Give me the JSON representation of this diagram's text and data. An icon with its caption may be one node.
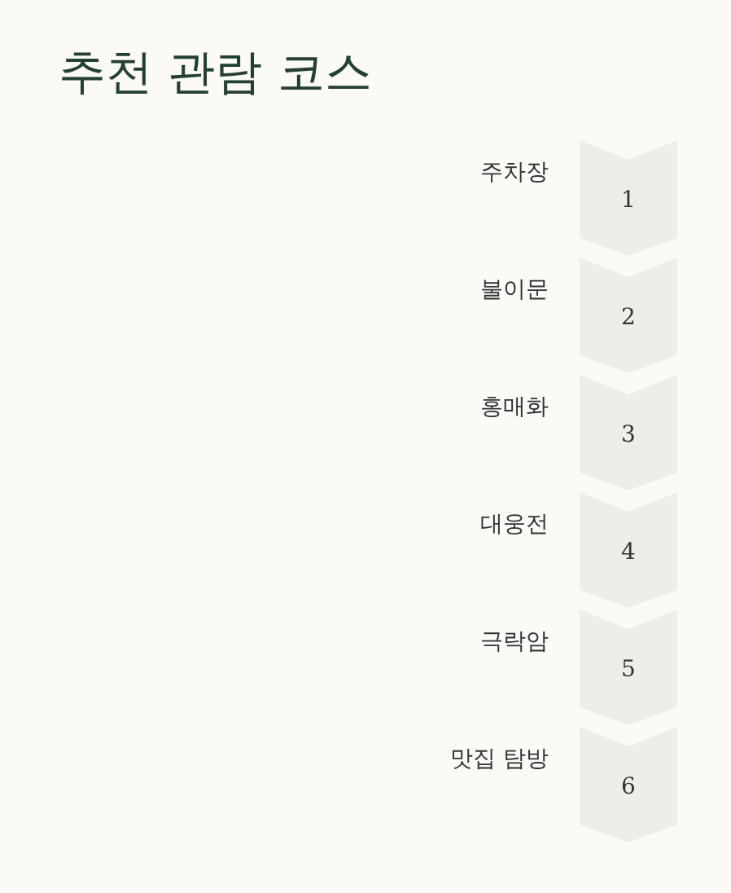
{
  "diagram": {
    "title": "추천 관람 코스",
    "nodes": [
      {
        "text": [
          "1"
        ],
        "beside": [
          "주차장"
        ]
      },
      {
        "text": [
          "2"
        ],
        "beside": [
          "불이문"
        ]
      },
      {
        "text": [
          "3"
        ],
        "beside": [
          "홍매화"
        ]
      },
      {
        "text": [
          "4"
        ],
        "beside": [
          "대웅전"
        ]
      },
      {
        "text": [
          "5"
        ],
        "beside": [
          "극락암"
        ]
      },
      {
        "text": [
          "6"
        ],
        "beside": [
          "맛집 탐방"
        ]
      }
    ]
  }
}
